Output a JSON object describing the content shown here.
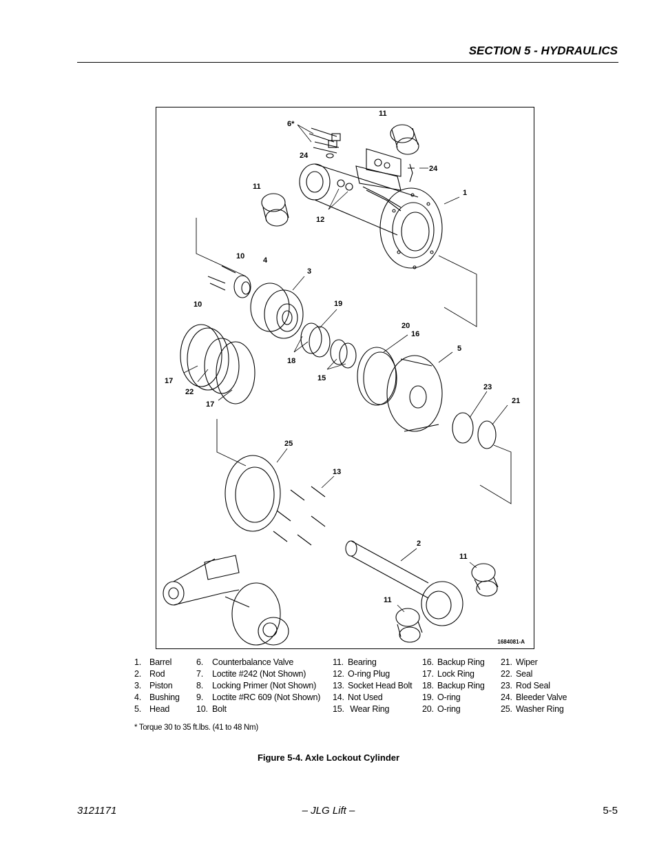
{
  "header": {
    "section_title": "SECTION 5 - HYDRAULICS"
  },
  "figure": {
    "drawing_number": "1684081-A",
    "callouts": {
      "c11a": "11",
      "c6": "6*",
      "c24a": "24",
      "c24b": "24",
      "c11b": "11",
      "c1": "1",
      "c12": "12",
      "c10a": "10",
      "c4": "4",
      "c3": "3",
      "c10b": "10",
      "c19": "19",
      "c20": "20",
      "c16": "16",
      "c5": "5",
      "c18": "18",
      "c15": "15",
      "c17a": "17",
      "c22": "22",
      "c17b": "17",
      "c23": "23",
      "c21": "21",
      "c25": "25",
      "c13": "13",
      "c2": "2",
      "c11c": "11",
      "c11d": "11"
    }
  },
  "parts_list": {
    "col1": [
      {
        "num": "1.",
        "name": "Barrel"
      },
      {
        "num": "2.",
        "name": "Rod"
      },
      {
        "num": "3.",
        "name": "Piston"
      },
      {
        "num": "4.",
        "name": "Bushing"
      },
      {
        "num": "5.",
        "name": "Head"
      }
    ],
    "col2": [
      {
        "num": "6.",
        "name": "Counterbalance Valve"
      },
      {
        "num": "7.",
        "name": "Loctite #242 (Not Shown)"
      },
      {
        "num": "8.",
        "name": "Locking Primer (Not Shown)"
      },
      {
        "num": "9.",
        "name": "Loctite #RC 609 (Not Shown)"
      },
      {
        "num": "10.",
        "name": "Bolt"
      }
    ],
    "col3": [
      {
        "num": "11.",
        "name": "Bearing"
      },
      {
        "num": "12.",
        "name": "O-ring Plug"
      },
      {
        "num": "13.",
        "name": "Socket Head Bolt"
      },
      {
        "num": "14.",
        "name": "Not Used"
      },
      {
        "num": "15.",
        "name": " Wear Ring"
      }
    ],
    "col4": [
      {
        "num": "16.",
        "name": "Backup Ring"
      },
      {
        "num": "17.",
        "name": "Lock Ring"
      },
      {
        "num": "18.",
        "name": "Backup Ring"
      },
      {
        "num": "19.",
        "name": "O-ring"
      },
      {
        "num": "20.",
        "name": "O-ring"
      }
    ],
    "col5": [
      {
        "num": "21.",
        "name": "Wiper"
      },
      {
        "num": "22.",
        "name": "Seal"
      },
      {
        "num": "23.",
        "name": "Rod Seal"
      },
      {
        "num": "24.",
        "name": "Bleeder Valve"
      },
      {
        "num": "25.",
        "name": "Washer Ring"
      }
    ]
  },
  "torque_note": "* Torque 30 to 35 ft.lbs. (41 to 48 Nm)",
  "figure_caption": "Figure 5-4.  Axle Lockout Cylinder",
  "footer": {
    "doc_number": "3121171",
    "brand": "– JLG Lift –",
    "page_number": "5-5"
  }
}
